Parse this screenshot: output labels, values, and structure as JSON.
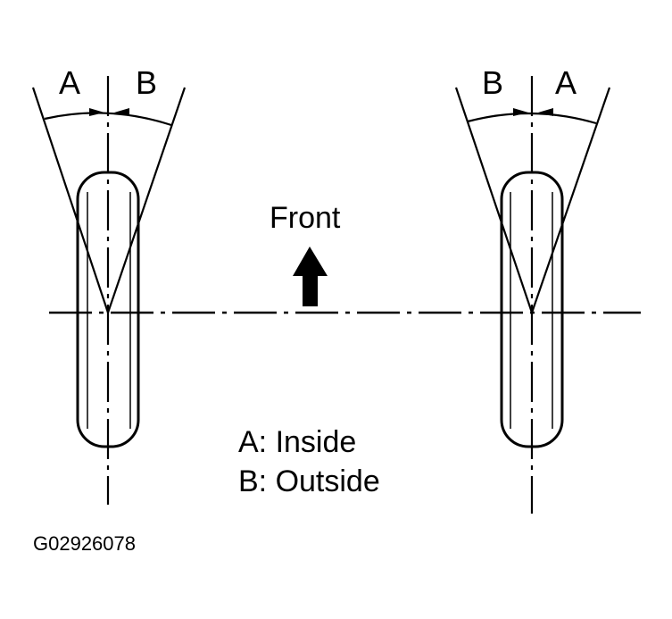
{
  "labels": {
    "left_a": "A",
    "left_b": "B",
    "right_b": "B",
    "right_a": "A",
    "front": "Front",
    "legend_a": "A: Inside",
    "legend_b": "B: Outside",
    "figure_code": "G02926078"
  },
  "colors": {
    "line": "#000000",
    "background": "#ffffff"
  }
}
